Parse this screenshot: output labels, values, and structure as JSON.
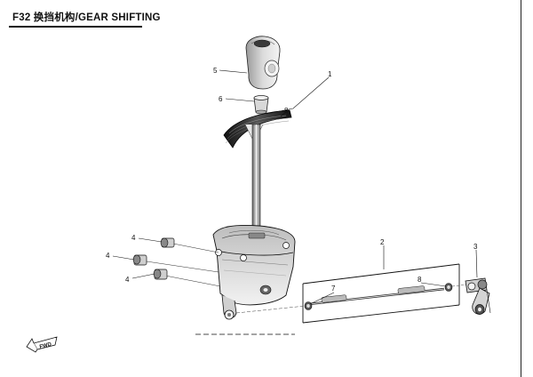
{
  "header": {
    "title": "F32 换挡机构/GEAR SHIFTING"
  },
  "callouts": [
    {
      "id": "label-1",
      "text": "1"
    },
    {
      "id": "label-2",
      "text": "2"
    },
    {
      "id": "label-3",
      "text": "3"
    },
    {
      "id": "label-4a",
      "text": "4"
    },
    {
      "id": "label-4b",
      "text": "4"
    },
    {
      "id": "label-4c",
      "text": "4"
    },
    {
      "id": "label-5",
      "text": "5"
    },
    {
      "id": "label-6",
      "text": "6"
    },
    {
      "id": "label-7",
      "text": "7"
    },
    {
      "id": "label-8a",
      "text": "8"
    },
    {
      "id": "label-8b",
      "text": "8"
    }
  ],
  "direction_marker": {
    "text": "FWD"
  }
}
